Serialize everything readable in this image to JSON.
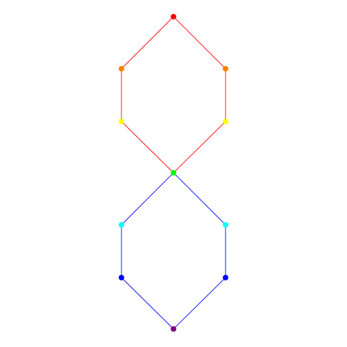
{
  "diagram": {
    "nodes": [
      {
        "id": "top",
        "color": "#ff0000"
      },
      {
        "id": "orange-l",
        "color": "#ff8000"
      },
      {
        "id": "orange-r",
        "color": "#ff8000"
      },
      {
        "id": "yellow-l",
        "color": "#ffff00"
      },
      {
        "id": "yellow-r",
        "color": "#ffff00"
      },
      {
        "id": "center",
        "color": "#00ff00"
      },
      {
        "id": "cyan-l",
        "color": "#00ffff"
      },
      {
        "id": "cyan-r",
        "color": "#00ffff"
      },
      {
        "id": "blue-l",
        "color": "#0000ff"
      },
      {
        "id": "blue-r",
        "color": "#0000ff"
      },
      {
        "id": "bottom",
        "color": "#800080"
      }
    ],
    "edges": [
      {
        "from": "top",
        "to": "orange-l",
        "color": "#ff0000"
      },
      {
        "from": "top",
        "to": "orange-r",
        "color": "#ff0000"
      },
      {
        "from": "orange-l",
        "to": "yellow-l",
        "color": "#ff0000"
      },
      {
        "from": "orange-r",
        "to": "yellow-r",
        "color": "#ff0000"
      },
      {
        "from": "yellow-l",
        "to": "center",
        "color": "#ff0000"
      },
      {
        "from": "yellow-r",
        "to": "center",
        "color": "#ff0000"
      },
      {
        "from": "center",
        "to": "cyan-l",
        "color": "#0000ff"
      },
      {
        "from": "center",
        "to": "cyan-r",
        "color": "#0000ff"
      },
      {
        "from": "cyan-l",
        "to": "blue-l",
        "color": "#0000ff"
      },
      {
        "from": "cyan-r",
        "to": "blue-r",
        "color": "#0000ff"
      },
      {
        "from": "blue-l",
        "to": "bottom",
        "color": "#0000ff"
      },
      {
        "from": "blue-r",
        "to": "bottom",
        "color": "#0000ff"
      }
    ]
  }
}
